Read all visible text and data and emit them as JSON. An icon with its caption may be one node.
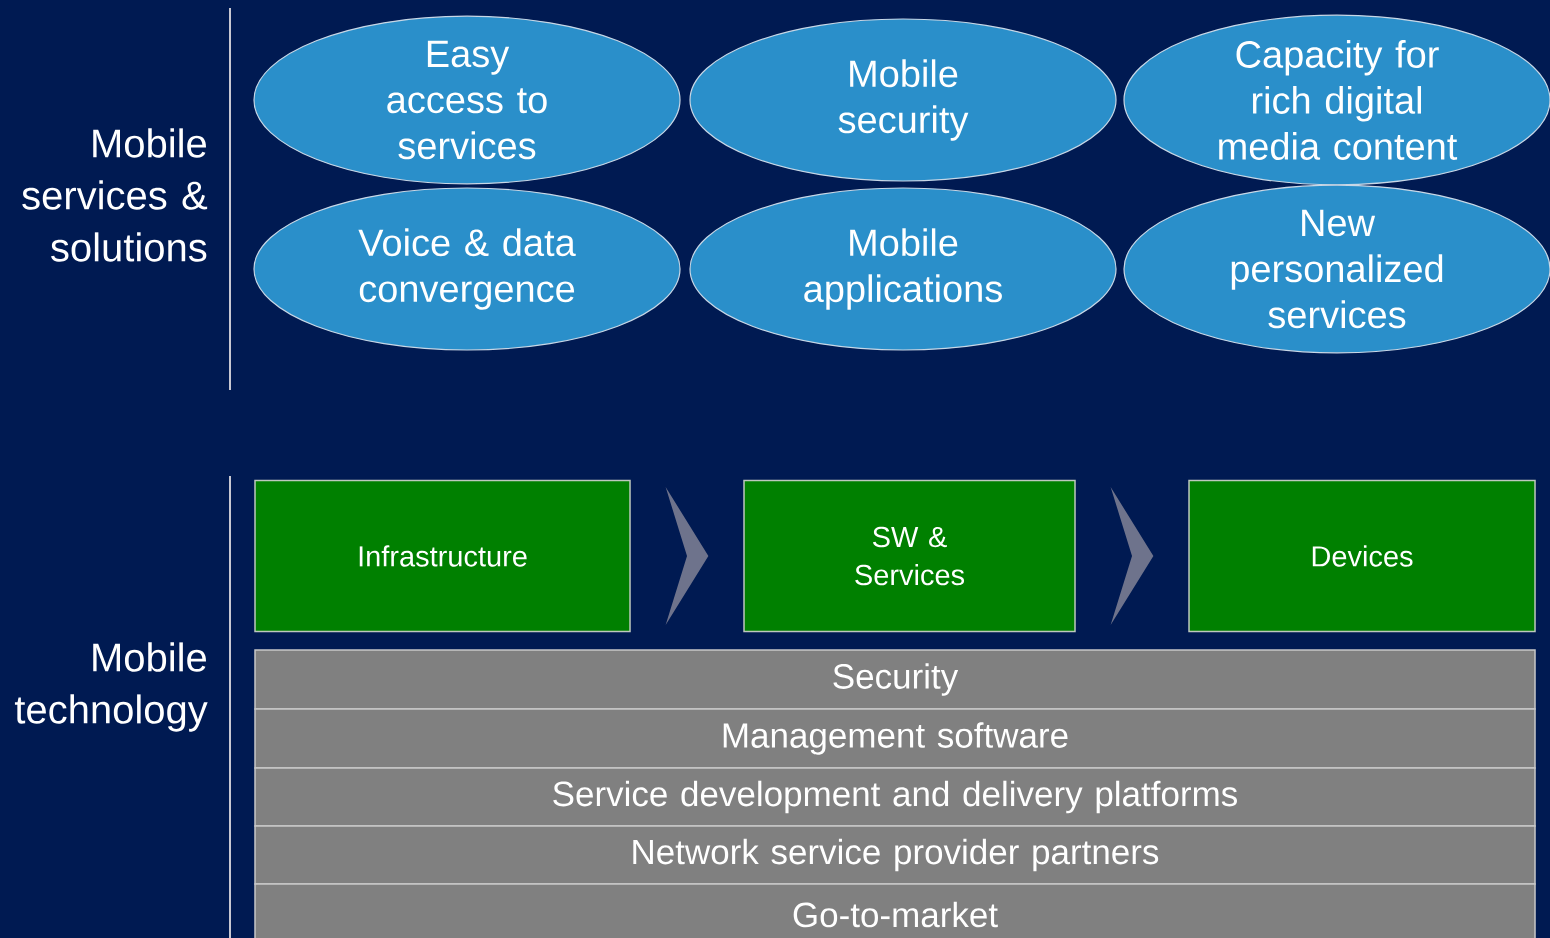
{
  "diagram": {
    "nodes": [
      {
        "text": [
          "Easy access to services"
        ]
      },
      {
        "text": [
          "Mobile security"
        ]
      },
      {
        "text": [
          "Capacity for rich digital media content"
        ]
      },
      {
        "text": [
          "Voice & data convergence"
        ]
      },
      {
        "text": [
          "Mobile applications"
        ]
      },
      {
        "text": [
          "New personalized services"
        ]
      },
      {
        "text": [
          "Infrastructure"
        ]
      },
      {
        "text": [
          "SW & Services"
        ]
      },
      {
        "text": [
          "Devices"
        ]
      },
      {
        "text": [
          "Security"
        ]
      },
      {
        "text": [
          "Management software"
        ]
      },
      {
        "text": [
          "Service development and delivery platforms"
        ]
      },
      {
        "text": [
          "Network service provider partners"
        ]
      },
      {
        "text": [
          "Go-to-market"
        ]
      }
    ],
    "edges": [
      {
        "from": 6,
        "to": 7,
        "arrow": "to"
      },
      {
        "from": 7,
        "to": 8,
        "arrow": "to"
      }
    ],
    "labels": [
      "Mobile services & solutions",
      "Mobile technology"
    ]
  }
}
